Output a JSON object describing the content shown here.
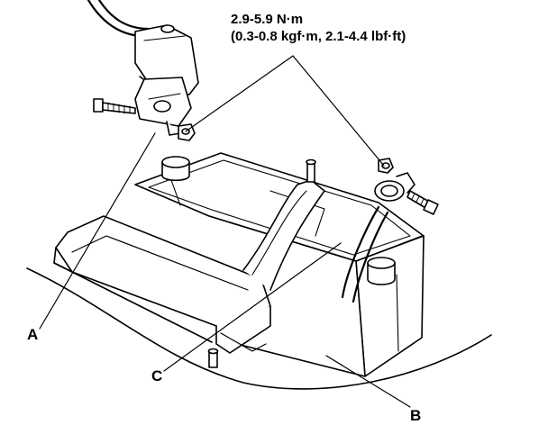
{
  "torque_spec": {
    "line1": "2.9-5.9 N·m",
    "line2": "(0.3-0.8 kgf·m, 2.1-4.4 lbf·ft)"
  },
  "callouts": {
    "a": "A",
    "b": "B",
    "c": "C"
  }
}
